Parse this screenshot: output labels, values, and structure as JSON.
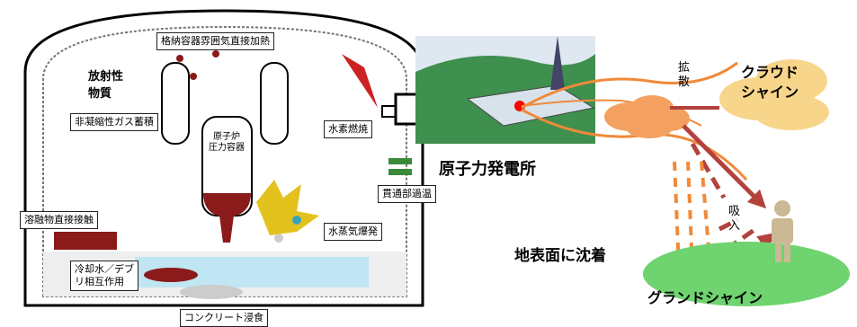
{
  "containment": {
    "radioactive": "放射性\n物質",
    "noncondensable": "非凝縮性ガス蓄積",
    "direct_heating": "格納容器雰囲気直接加熱",
    "hydrogen": "水素燃焼",
    "rpv": "原子炉\n圧力容器",
    "penetration": "貫通部過温",
    "steam": "水蒸気爆発",
    "melt": "溶融物直接接触",
    "coolant": "冷却水／デブ\nリ相互作用",
    "concrete": "コンクリート浸食"
  },
  "environment": {
    "plant": "原子力発電所",
    "diffusion": "拡\n散",
    "cloudshine": "クラウド\nシャイン",
    "inhalation": "吸\n入",
    "deposition": "地表面に沈着",
    "groundshine": "グランドシャイン"
  },
  "colors": {
    "accent_red": "#b3413c",
    "debris": "#8b1a1a",
    "cloud": "#f7d58a",
    "ground": "#6fd36f"
  }
}
